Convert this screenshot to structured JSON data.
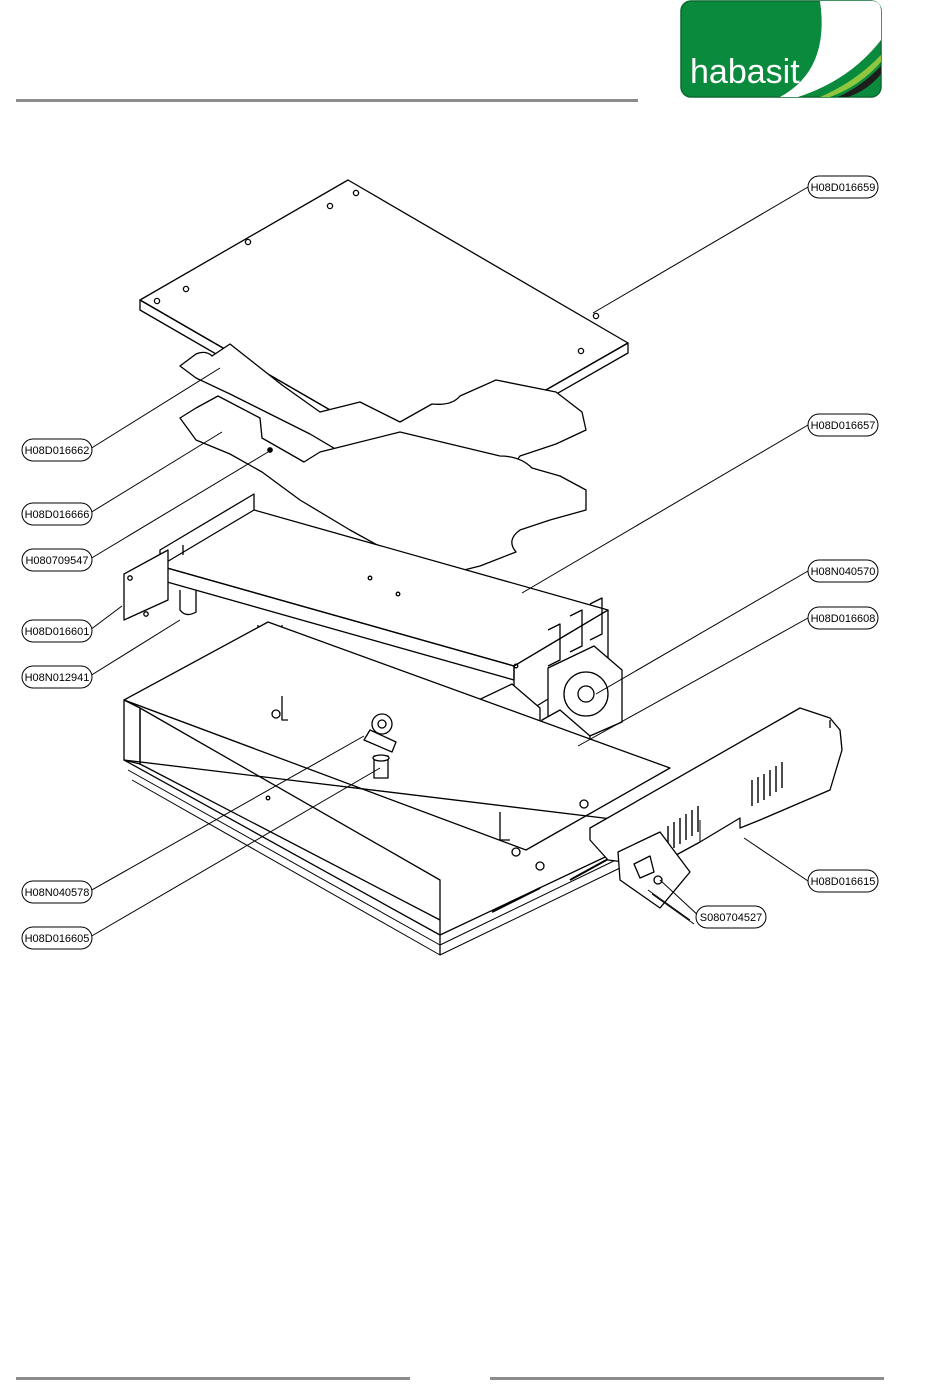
{
  "header": {
    "logo_text": "habasit",
    "brand_colors": {
      "green": "#0a8a3c",
      "light_green": "#8dc63f",
      "dark": "#1d1d1b"
    }
  },
  "drawing": {
    "part_labels": [
      "H08D016659",
      "H08D016662",
      "H08D016666",
      "H080709547",
      "H08D016657",
      "H08N040570",
      "H08D016608",
      "H08D016601",
      "H08N012941",
      "H08N040578",
      "H08D016605",
      "H08D016615",
      "S080704527"
    ]
  }
}
